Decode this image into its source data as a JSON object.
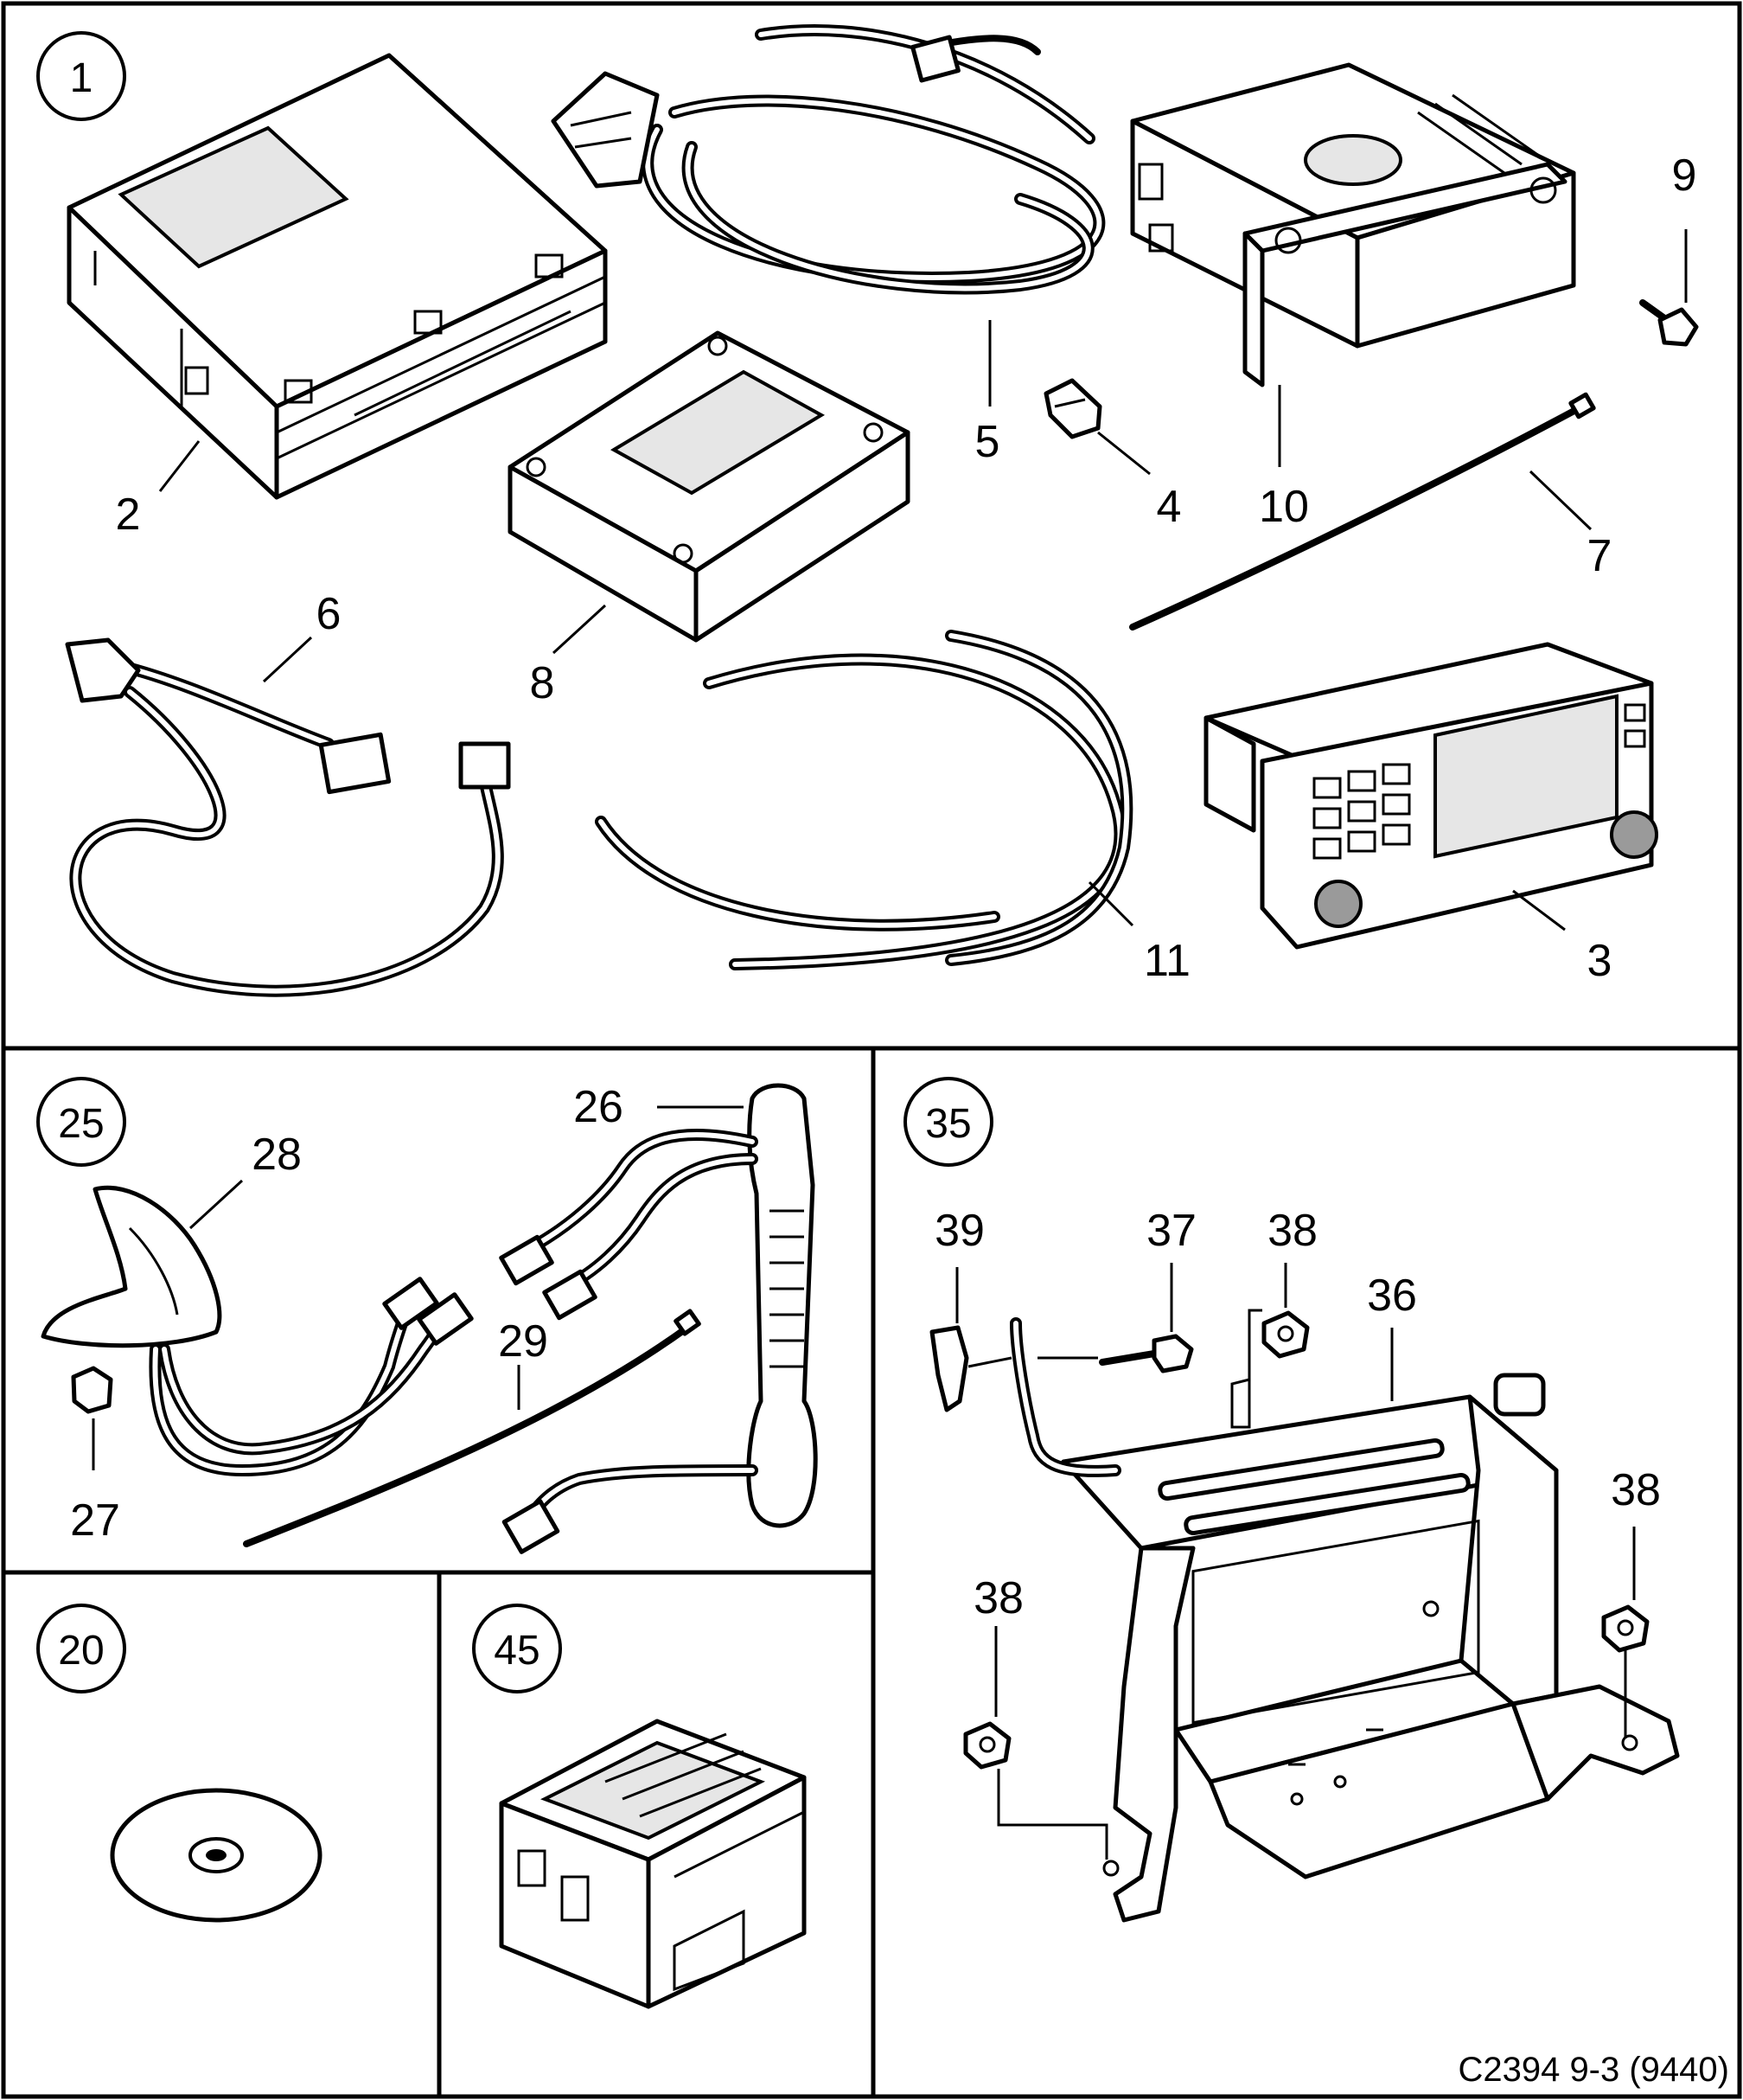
{
  "groups": {
    "g1": "1",
    "g25": "25",
    "g35": "35",
    "g20": "20",
    "g45": "45"
  },
  "callouts": {
    "c2": "2",
    "c3": "3",
    "c4": "4",
    "c5": "5",
    "c6": "6",
    "c7": "7",
    "c8": "8",
    "c9": "9",
    "c10": "10",
    "c11": "11",
    "c26": "26",
    "c27": "27",
    "c28": "28",
    "c29": "29",
    "c36": "36",
    "c37": "37",
    "c38a": "38",
    "c38b": "38",
    "c38c": "38",
    "c39": "39"
  },
  "caption": "C2394 9-3 (9440)"
}
